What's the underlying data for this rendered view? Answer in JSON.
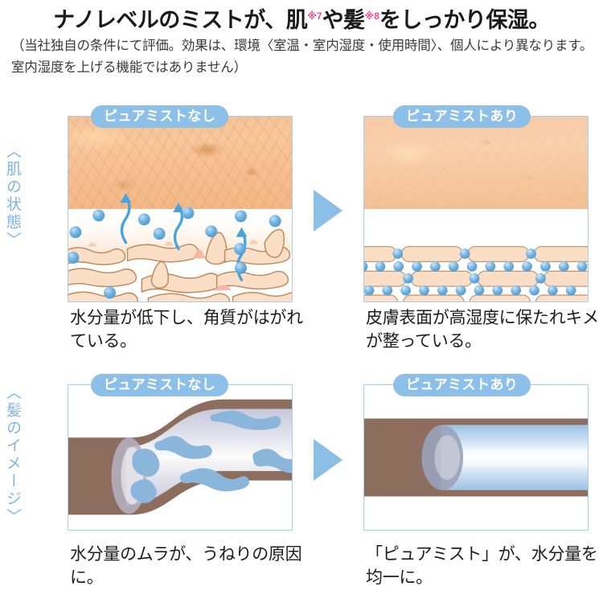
{
  "title": {
    "part1": "ナノレベルのミストが、肌",
    "sup1": "※7",
    "part2": "や髪",
    "sup2": "※8",
    "part3": "をしっかり保湿。",
    "sup_color": "#ef4c8b"
  },
  "note": "（当社独自の条件にて評価。効果は、環境〈室温・室内湿度・使用時間〉、個人により異なります。室内湿度を上げる機能ではありません）",
  "side_labels": {
    "skin": "〈肌の状態〉",
    "hair": "〈髪のイメージ〉"
  },
  "badges": {
    "without": "ピュアミストなし",
    "with": "ピュアミストあり",
    "bg_color": "#8cc0e8",
    "text_color": "#ffffff"
  },
  "captions": {
    "skin_left": "水分量が低下し、角質がはがれている。",
    "skin_right": "皮膚表面が高湿度に保たれキメが整っている。",
    "hair_left": "水分量のムラが、うねりの原因に。",
    "hair_right": "「ピュアミスト」が、水分量を均一に。"
  },
  "illustration": {
    "arrow_color": "#8cbfe6",
    "panel_border_color": "#a9cfeb",
    "skin_cell_fill": "#fadfc6",
    "skin_cell_stroke": "#c08a5e",
    "droplet_color": "#5fa8dc",
    "moisture_arrow_color": "#49a3dc",
    "hair_shaft_color": "#8d6e5e",
    "hair_core_color": "#9cc3e4",
    "arrow_skin_label": "right-arrow",
    "arrow_hair_label": "right-arrow"
  }
}
